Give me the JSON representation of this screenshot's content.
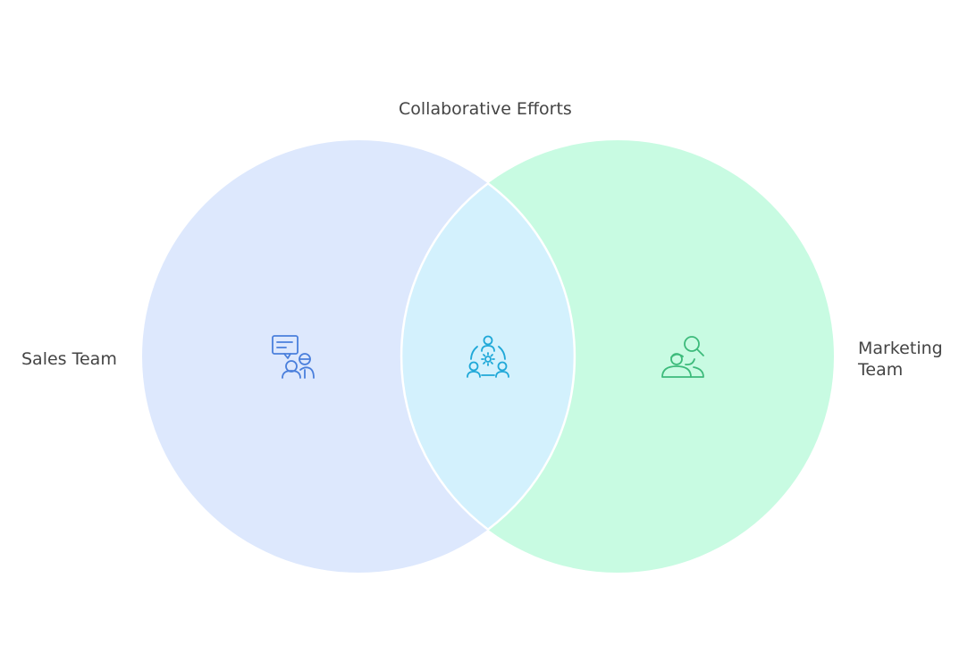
{
  "title": "Collaborative Efforts",
  "left_set": {
    "label": "Sales Team",
    "icon": "sales-chat-people-icon",
    "color": "#dde8fd",
    "icon_color": "#4a7fdc"
  },
  "right_set": {
    "label_line1": "Marketing",
    "label_line2": "Team",
    "icon": "marketing-search-people-icon",
    "color": "#c8fbe2",
    "icon_color": "#3dbb7b"
  },
  "intersection": {
    "icon": "collaboration-network-icon",
    "color": "#d3f1fd",
    "icon_color": "#1fa8d8"
  },
  "outline_color": "#ffffff",
  "text_color": "#444444"
}
